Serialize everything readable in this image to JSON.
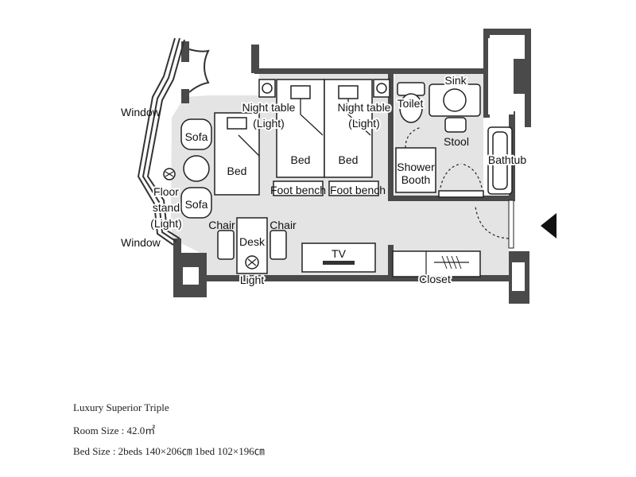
{
  "labels": {
    "window_top": "Window",
    "window_bottom": "Window",
    "sofa_top": "Sofa",
    "sofa_bottom": "Sofa",
    "floor_stand_1": "Floor",
    "floor_stand_2": "stand",
    "floor_stand_3": "(Light)",
    "bed_single": "Bed",
    "bed_middle": "Bed",
    "bed_right": "Bed",
    "night_table_left_1": "Night table",
    "night_table_left_2": "(Light)",
    "night_table_right_1": "Night table",
    "night_table_right_2": "(Light)",
    "foot_bench_left": "Foot bench",
    "foot_bench_right": "Foot bench",
    "toilet": "Toilet",
    "sink": "Sink",
    "stool": "Stool",
    "shower_booth_1": "Shower",
    "shower_booth_2": "Booth",
    "bathtub": "Bathtub",
    "chair_left": "Chair",
    "chair_right": "Chair",
    "desk": "Desk",
    "desk_light": "Light",
    "tv": "TV",
    "closet": "Closet"
  },
  "room": {
    "name": "Luxury Superior Triple",
    "size": "Room Size : 42.0㎡",
    "bed_size": "Bed Size : 2beds 140×206㎝  1bed 102×196㎝"
  },
  "colors": {
    "wall": "#4a4a4a",
    "floor": "#e4e4e4",
    "furniture": "#ffffff",
    "outline": "#222222"
  }
}
